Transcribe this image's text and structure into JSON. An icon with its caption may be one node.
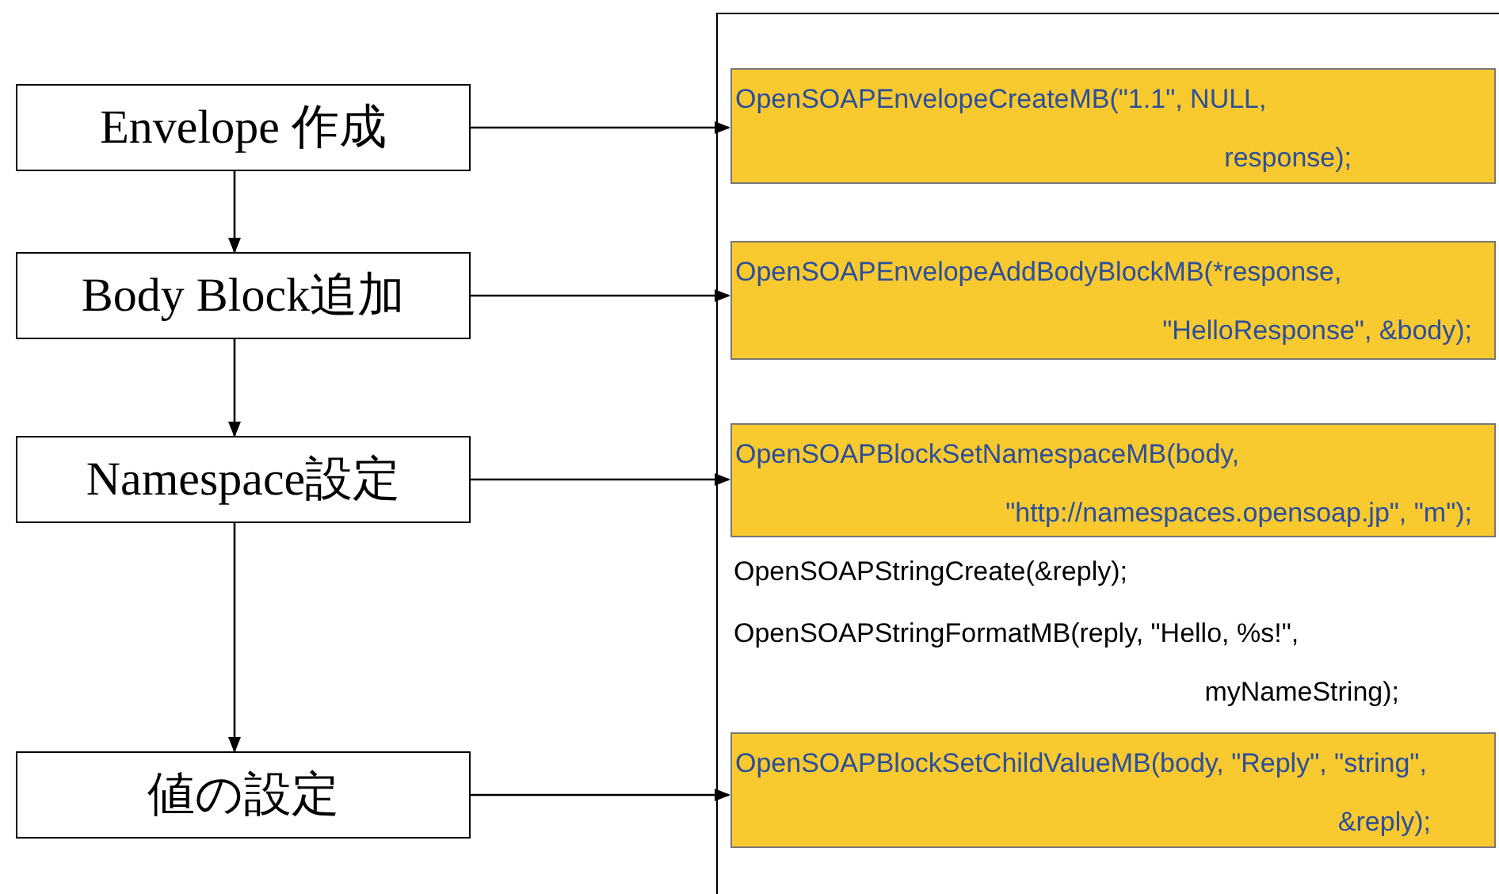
{
  "diagram": {
    "nodes": [
      {
        "text": [
          "Envelope 作成"
        ]
      },
      {
        "text": [
          "Body Block追加"
        ]
      },
      {
        "text": [
          "Namespace設定"
        ]
      },
      {
        "text": [
          "値の設定"
        ]
      },
      {
        "text": [],
        "shape": "box"
      },
      {
        "text": [
          "OpenSOAPEnvelopeCreateMB(\"1.1\", NULL, response);"
        ],
        "in": 4
      },
      {
        "text": [
          "OpenSOAPEnvelopeAddBodyBlockMB(*response, \"HelloResponse\", &body);"
        ],
        "in": 4
      },
      {
        "text": [
          "OpenSOAPBlockSetNamespaceMB(body, \"http://namespaces.opensoap.jp\", \"m\");"
        ],
        "in": 4
      },
      {
        "text": [
          "OpenSOAPBlockSetChildValueMB(body, \"Reply\", \"string\", &reply);"
        ],
        "in": 4
      }
    ],
    "edges": [
      {
        "from": 0,
        "to": 1,
        "arrow": "to"
      },
      {
        "from": 1,
        "to": 2,
        "arrow": "to"
      },
      {
        "from": 2,
        "to": 3,
        "arrow": "to"
      },
      {
        "from": 0,
        "to": 5,
        "arrow": "to"
      },
      {
        "from": 1,
        "to": 6,
        "arrow": "to"
      },
      {
        "from": 2,
        "to": 7,
        "arrow": "to"
      },
      {
        "from": 3,
        "to": 8,
        "arrow": "to"
      }
    ],
    "labels": [
      "OpenSOAPStringCreate(&reply);",
      "OpenSOAPStringFormatMB(reply, \"Hello, %s!\", myNameString);"
    ]
  }
}
